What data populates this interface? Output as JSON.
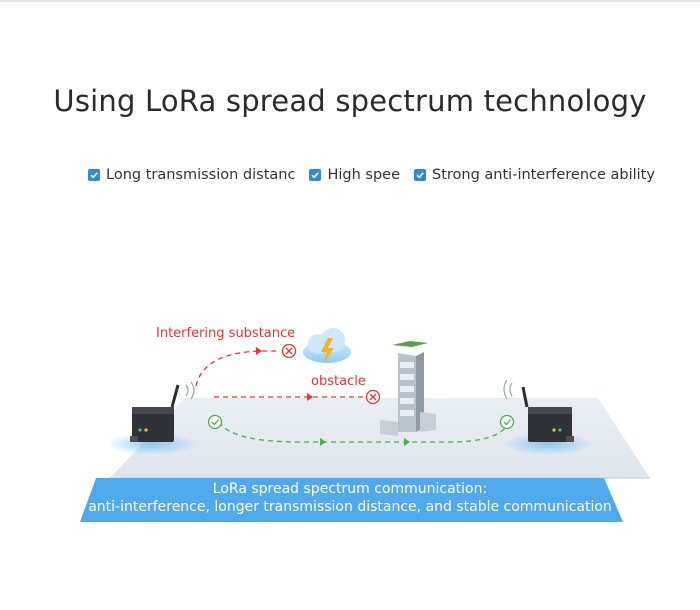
{
  "title": "Using LoRa spread spectrum technology",
  "features": [
    {
      "label": "Long transmission distanc",
      "icon": "checkbox-checked-icon"
    },
    {
      "label": "High spee",
      "icon": "checkbox-checked-icon"
    },
    {
      "label": "Strong anti-interference ability",
      "icon": "checkbox-checked-icon"
    }
  ],
  "diagram": {
    "interfering_label": "Interfering substance",
    "obstacle_label": "obstacle",
    "banner_line1": "LoRa spread spectrum communication:",
    "banner_line2": "anti-interference, longer transmission distance, and stable communication"
  },
  "colors": {
    "accent_blue": "#2f8bd7",
    "banner_blue": "#4fa9ea",
    "interference_red": "#e43434",
    "success_green": "#48b04f"
  }
}
